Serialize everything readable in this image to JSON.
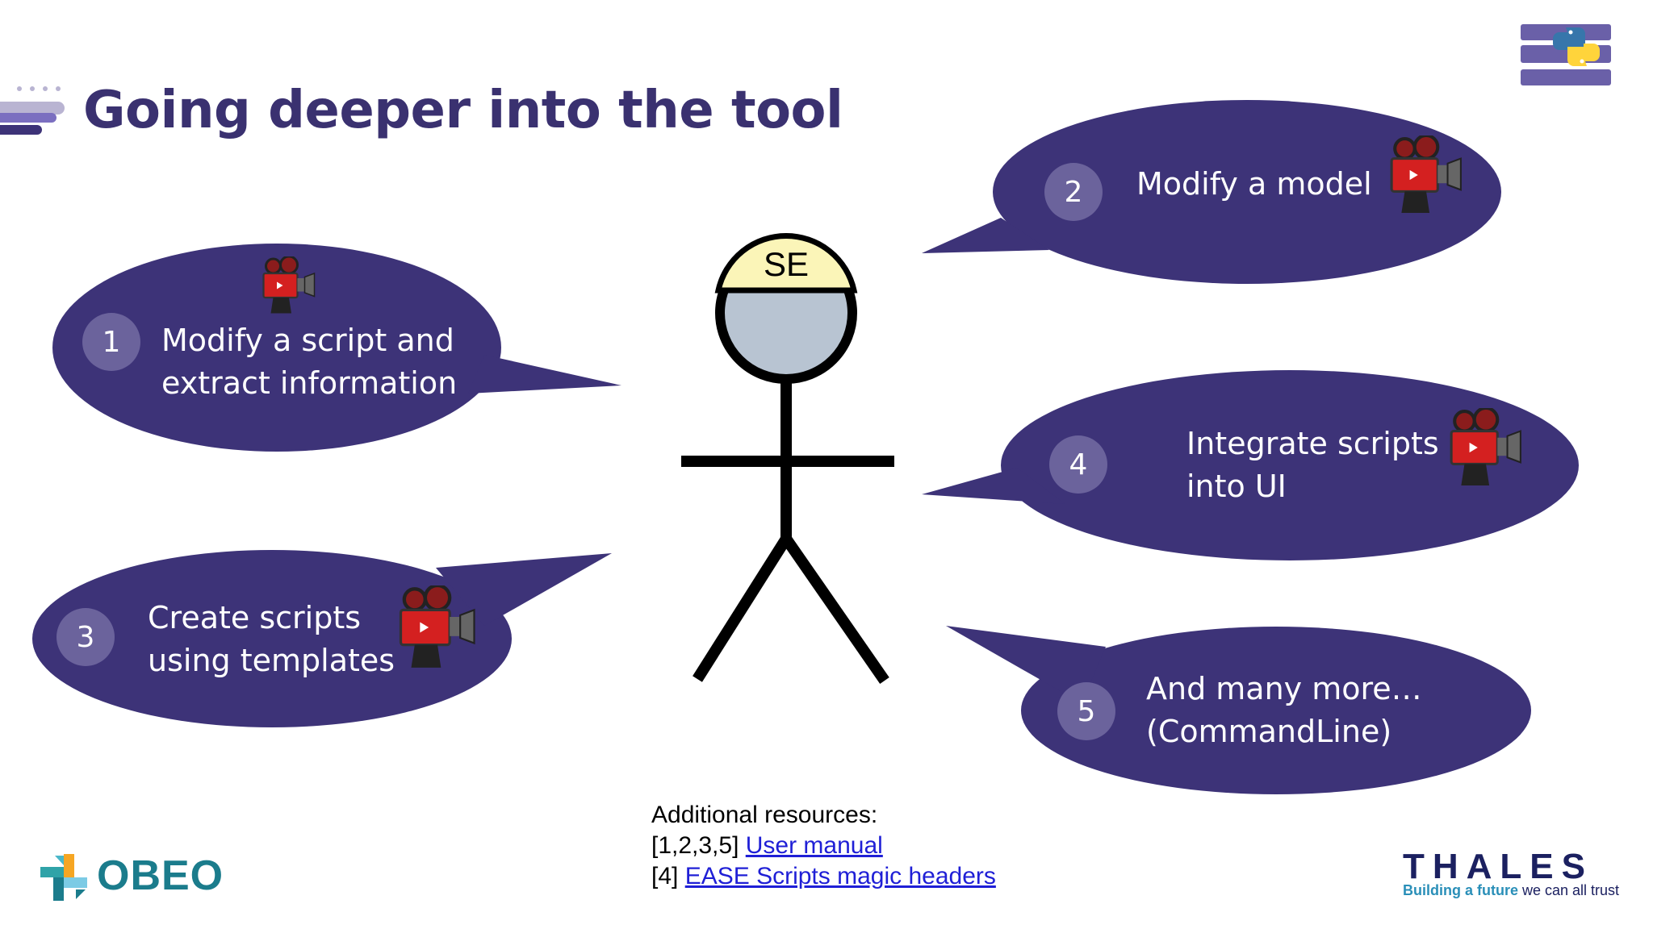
{
  "slide": {
    "title": "Going deeper into the tool",
    "figure_cap_label": "SE",
    "bubbles": [
      {
        "number": "1",
        "lines": [
          "Modify a script and",
          "extract information"
        ]
      },
      {
        "number": "2",
        "lines": [
          "Modify a model"
        ]
      },
      {
        "number": "3",
        "lines": [
          "Create scripts",
          "using templates"
        ]
      },
      {
        "number": "4",
        "lines": [
          "Integrate scripts",
          "into UI"
        ]
      },
      {
        "number": "5",
        "lines": [
          "And many more…",
          "(CommandLine)"
        ]
      }
    ],
    "resources": {
      "heading": "Additional resources:",
      "items": [
        {
          "prefix": "[1,2,3,5] ",
          "link": "User manual"
        },
        {
          "prefix": "[4] ",
          "link": "EASE Scripts magic headers"
        }
      ]
    },
    "logos": {
      "obeo": "OBEO",
      "thales": "THALES",
      "thales_tagline_bold": "Building a future",
      "thales_tagline_rest": " we can all trust"
    },
    "colors": {
      "bubble": "#3d3378",
      "number_circle": "#6b639c",
      "title": "#3a3170",
      "link": "#1f1fd6",
      "camera_red": "#d42020"
    },
    "icons": {
      "video": "video-camera-icon",
      "python": "python-icon"
    }
  }
}
